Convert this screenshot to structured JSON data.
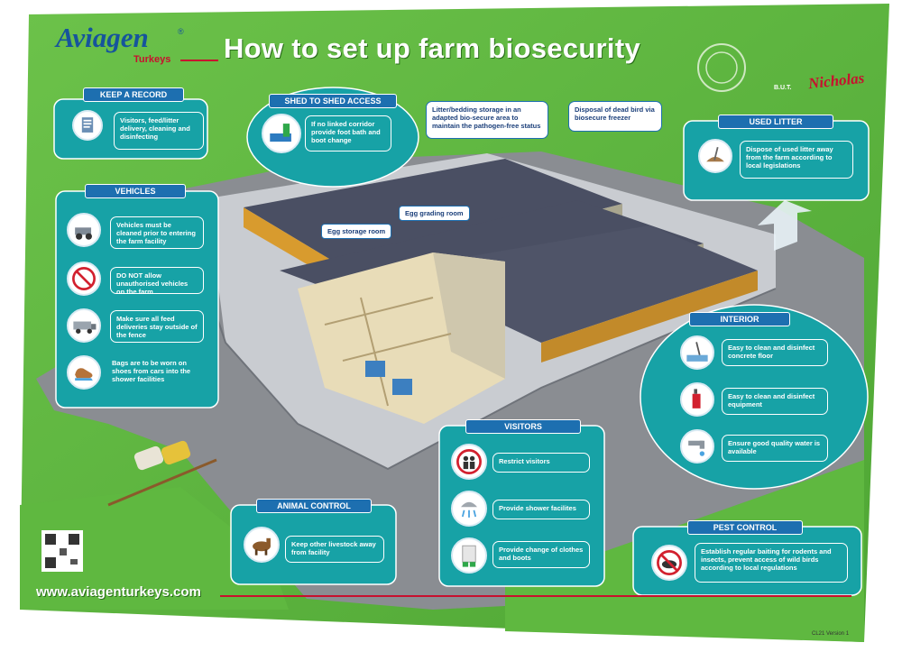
{
  "header": {
    "title": "How to set up farm biosecurity",
    "logo": "Aviagen",
    "logo_sub": "Turkeys",
    "logo_registered": "®",
    "partner_but": "B.U.T.",
    "partner_nicholas": "Nicholas"
  },
  "footer": {
    "website": "www.aviagenturkeys.com",
    "version": "CL21 Version 1"
  },
  "colors": {
    "grass": "#5fb840",
    "panel": "#17a2a6",
    "title_blue": "#1d6fb0",
    "shed_roof": "#4a4f63",
    "accent_red": "#c8102e"
  },
  "panels": {
    "keep_record": {
      "title": "KEEP A RECORD",
      "items": [
        "Visitors, feed/litter delivery, cleaning and disinfecting"
      ]
    },
    "shed_access": {
      "title": "SHED TO SHED ACCESS",
      "items": [
        "If no linked corridor provide foot bath and boot change"
      ]
    },
    "vehicles": {
      "title": "VEHICLES",
      "items": [
        "Vehicles must be cleaned prior to entering the farm facility",
        "DO NOT allow unauthorised vehicles on the farm",
        "Make sure all feed deliveries stay outside of the fence",
        "Bags are to be worn on shoes from cars into the shower facilities"
      ]
    },
    "used_litter": {
      "title": "USED LITTER",
      "items": [
        "Dispose of used litter away from the farm according to local legislations"
      ]
    },
    "interior": {
      "title": "INTERIOR",
      "items": [
        "Easy to clean and disinfect concrete floor",
        "Easy to clean and disinfect equipment",
        "Ensure good quality water is available"
      ]
    },
    "visitors": {
      "title": "VISITORS",
      "items": [
        "Restrict visitors",
        "Provide shower facilites",
        "Provide change of clothes and boots"
      ]
    },
    "animal_control": {
      "title": "ANIMAL CONTROL",
      "items": [
        "Keep other livestock away from facility"
      ]
    },
    "pest_control": {
      "title": "PEST CONTROL",
      "items": [
        "Establish regular baiting for rodents and insects, prevent access of wild birds according to local regulations"
      ]
    }
  },
  "callouts": {
    "litter_storage": "Litter/bedding storage in an adapted bio-secure area to maintain the pathogen-free status",
    "dead_bird": "Disposal of dead bird via biosecure freezer",
    "egg_storage": "Egg storage room",
    "egg_grading": "Egg grading room"
  },
  "icons": {
    "keep_record": "clipboard-icon",
    "shed_access": "foot-bath-icon",
    "vehicle_clean": "vehicle-wash-icon",
    "no_vehicle": "no-vehicle-icon",
    "feed_truck": "feed-truck-icon",
    "shoe_bags": "shoe-cover-icon",
    "used_litter": "litter-disposal-icon",
    "floor": "clean-floor-icon",
    "equipment": "disinfect-equipment-icon",
    "water": "water-tap-icon",
    "restrict": "no-visitors-icon",
    "shower": "shower-icon",
    "clothes": "change-clothes-icon",
    "livestock": "livestock-icon",
    "pest": "no-rodent-icon"
  }
}
